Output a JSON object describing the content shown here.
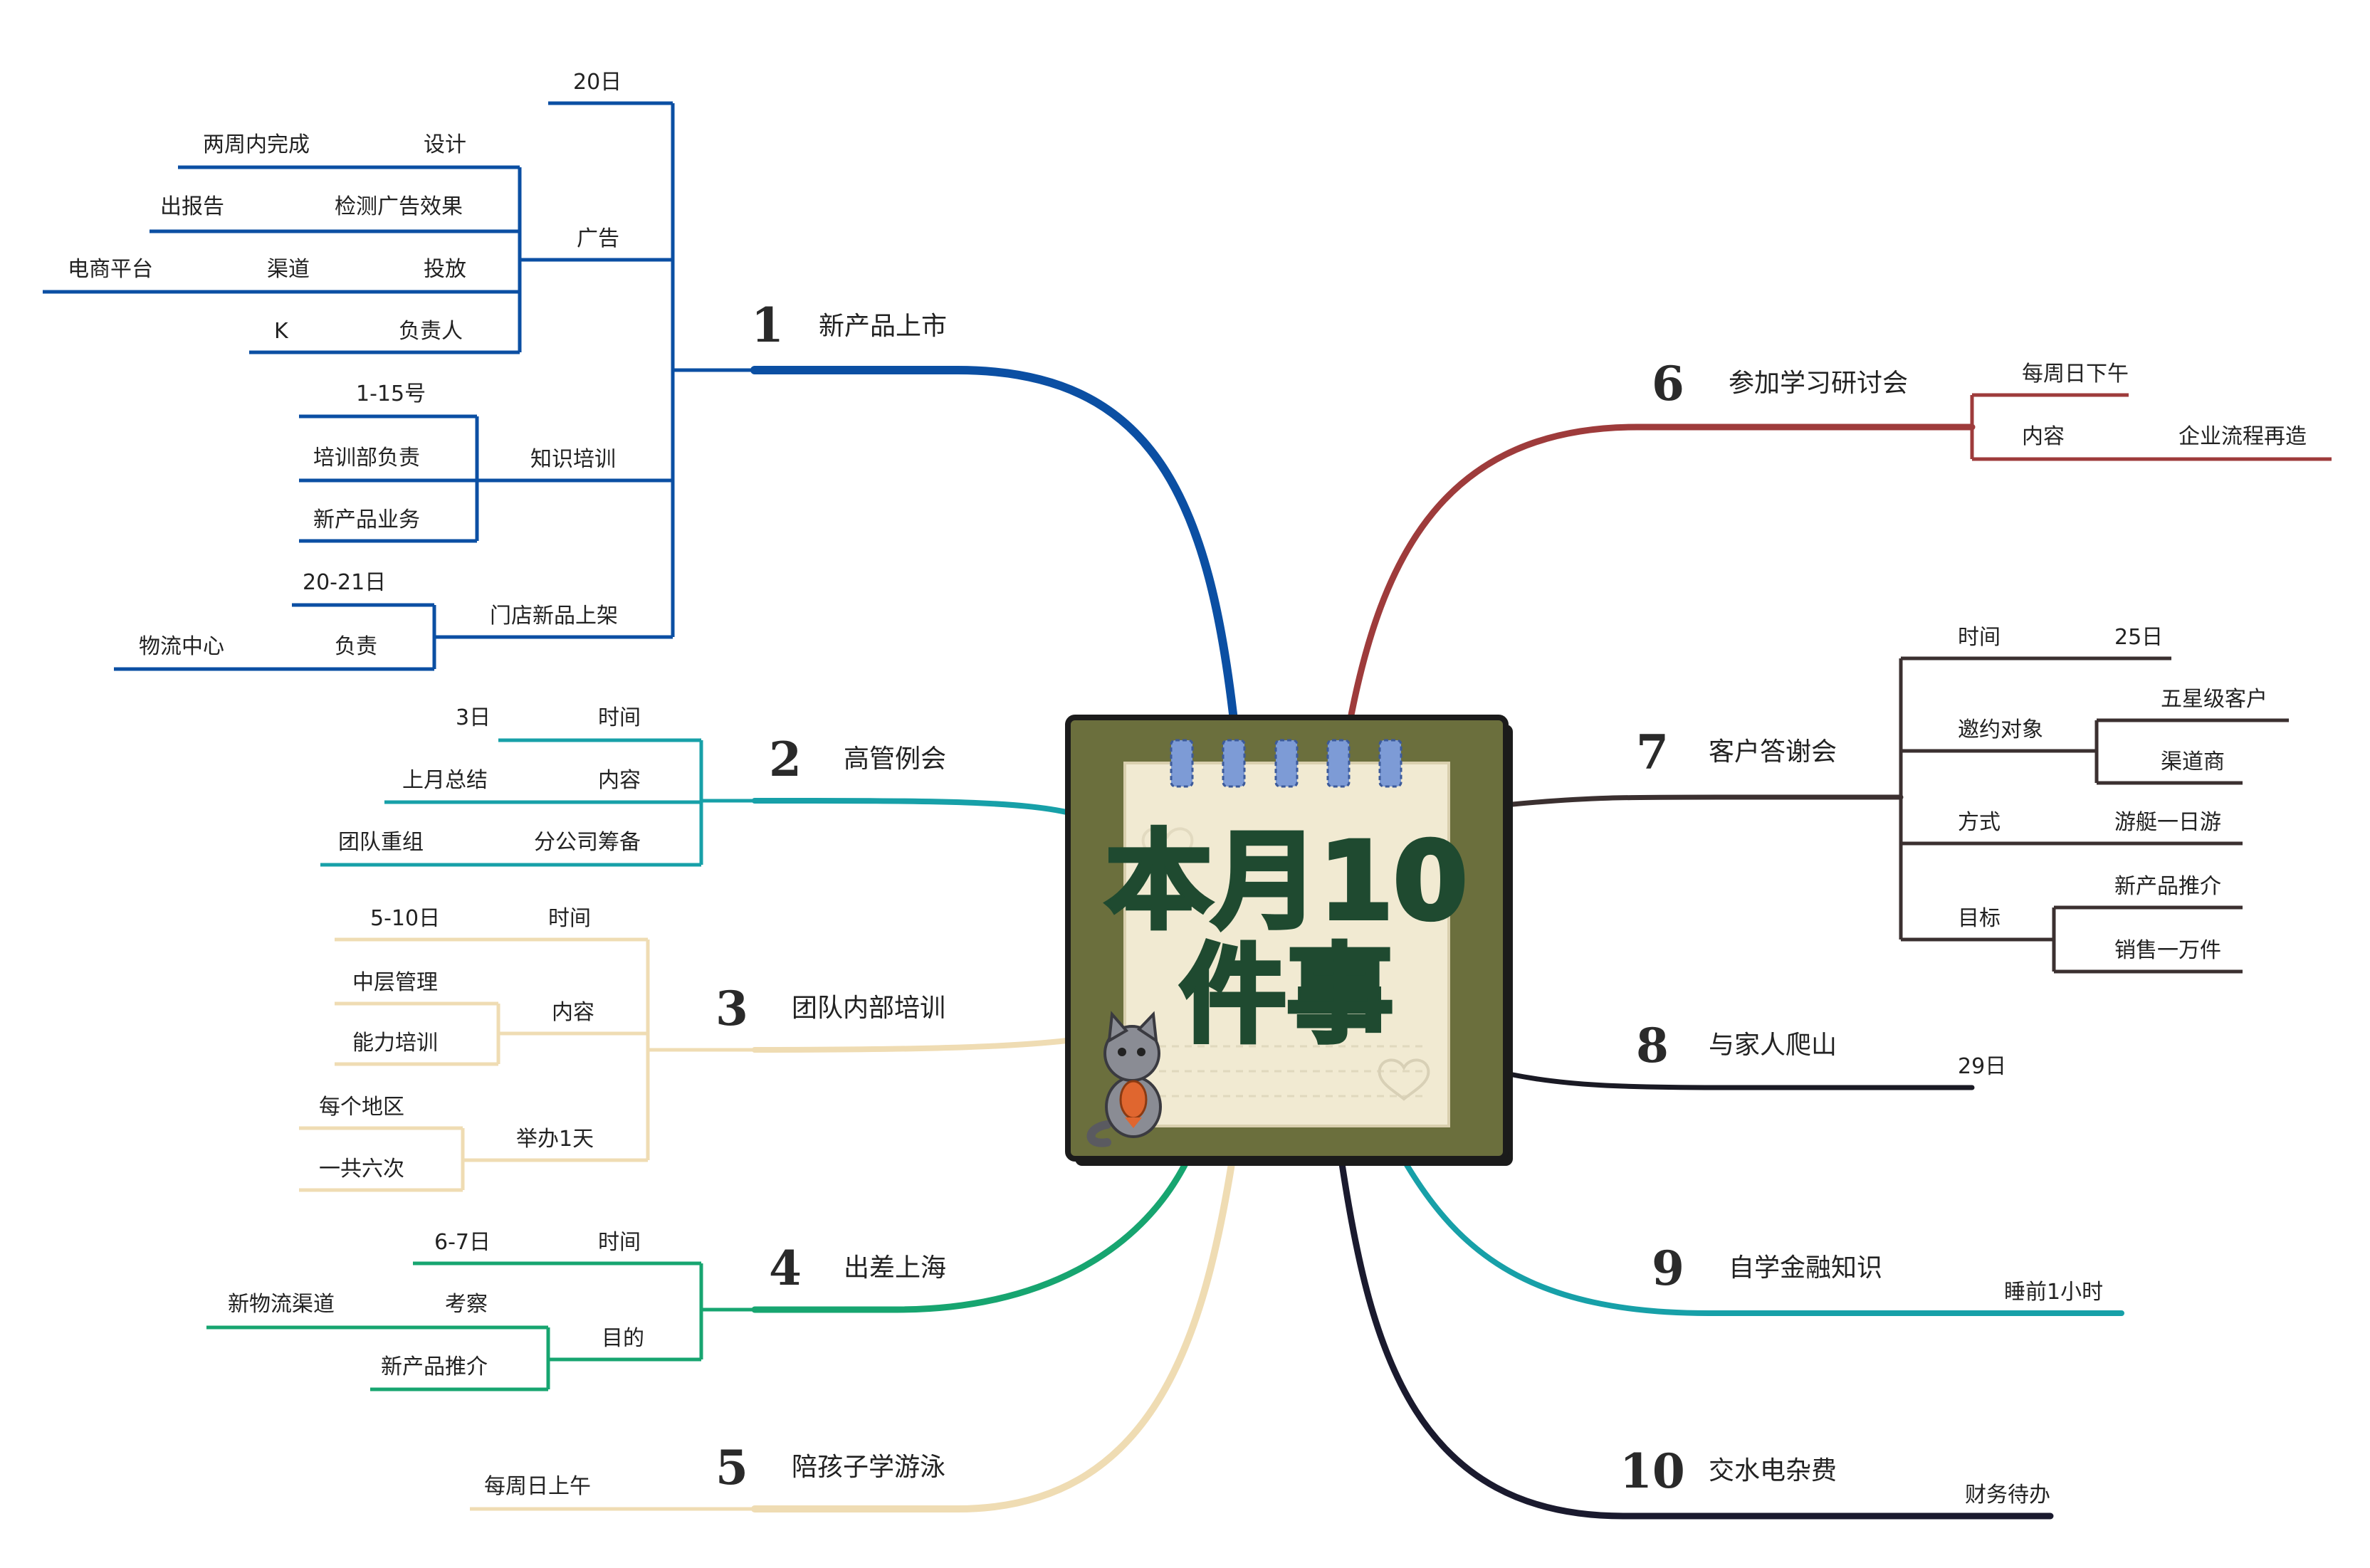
{
  "center": {
    "title_line1": "本月10",
    "title_line2": "件事",
    "board_color": "#6b6f3d",
    "paper_color": "#f1ead2",
    "title_color": "#1f4a30"
  },
  "branches": [
    {
      "number": "1",
      "label": "新产品上市",
      "color": "#0b4fa3",
      "children": [
        {
          "label": "20日"
        },
        {
          "label": "广告",
          "children": [
            {
              "label": "设计",
              "children": [
                {
                  "label": "两周内完成"
                }
              ]
            },
            {
              "label": "检测广告效果",
              "children": [
                {
                  "label": "出报告"
                }
              ]
            },
            {
              "label": "投放",
              "children": [
                {
                  "label": "渠道",
                  "children": [
                    {
                      "label": "电商平台"
                    }
                  ]
                }
              ]
            },
            {
              "label": "负责人",
              "children": [
                {
                  "label": "K"
                }
              ]
            }
          ]
        },
        {
          "label": "知识培训",
          "children": [
            {
              "label": "1-15号"
            },
            {
              "label": "培训部负责"
            },
            {
              "label": "新产品业务"
            }
          ]
        },
        {
          "label": "门店新品上架",
          "children": [
            {
              "label": "20-21日"
            },
            {
              "label": "负责",
              "children": [
                {
                  "label": "物流中心"
                }
              ]
            }
          ]
        }
      ]
    },
    {
      "number": "2",
      "label": "高管例会",
      "color": "#17a0a8",
      "children": [
        {
          "label": "时间",
          "children": [
            {
              "label": "3日"
            }
          ]
        },
        {
          "label": "内容",
          "children": [
            {
              "label": "上月总结"
            }
          ]
        },
        {
          "label": "分公司筹备",
          "children": [
            {
              "label": "团队重组"
            }
          ]
        }
      ]
    },
    {
      "number": "3",
      "label": "团队内部培训",
      "color": "#efdcb3",
      "children": [
        {
          "label": "时间",
          "children": [
            {
              "label": "5-10日"
            }
          ]
        },
        {
          "label": "内容",
          "children": [
            {
              "label": "中层管理"
            },
            {
              "label": "能力培训"
            }
          ]
        },
        {
          "label": "举办1天",
          "children": [
            {
              "label": "每个地区"
            },
            {
              "label": "一共六次"
            }
          ]
        }
      ]
    },
    {
      "number": "4",
      "label": "出差上海",
      "color": "#17a570",
      "children": [
        {
          "label": "时间",
          "children": [
            {
              "label": "6-7日"
            }
          ]
        },
        {
          "label": "目的",
          "children": [
            {
              "label": "考察",
              "children": [
                {
                  "label": "新物流渠道"
                }
              ]
            },
            {
              "label": "新产品推介"
            }
          ]
        }
      ]
    },
    {
      "number": "5",
      "label": "陪孩子学游泳",
      "color": "#efdcb3",
      "children": [
        {
          "label": "每周日上午"
        }
      ]
    },
    {
      "number": "6",
      "label": "参加学习研讨会",
      "color": "#9e3b3b",
      "children": [
        {
          "label": "每周日下午"
        },
        {
          "label": "内容",
          "children": [
            {
              "label": "企业流程再造"
            }
          ]
        }
      ]
    },
    {
      "number": "7",
      "label": "客户答谢会",
      "color": "#3b3030",
      "children": [
        {
          "label": "时间",
          "children": [
            {
              "label": "25日"
            }
          ]
        },
        {
          "label": "邀约对象",
          "children": [
            {
              "label": "五星级客户"
            },
            {
              "label": "渠道商"
            }
          ]
        },
        {
          "label": "方式",
          "children": [
            {
              "label": "游艇一日游"
            }
          ]
        },
        {
          "label": "目标",
          "children": [
            {
              "label": "新产品推介"
            },
            {
              "label": "销售一万件"
            }
          ]
        }
      ]
    },
    {
      "number": "8",
      "label": "与家人爬山",
      "color": "#1a1a24",
      "children": [
        {
          "label": "29日"
        }
      ]
    },
    {
      "number": "9",
      "label": "自学金融知识",
      "color": "#17a0a8",
      "children": [
        {
          "label": "睡前1小时"
        }
      ]
    },
    {
      "number": "10",
      "label": "交水电杂费",
      "color": "#1a1a2e",
      "children": [
        {
          "label": "财务待办"
        }
      ]
    }
  ]
}
